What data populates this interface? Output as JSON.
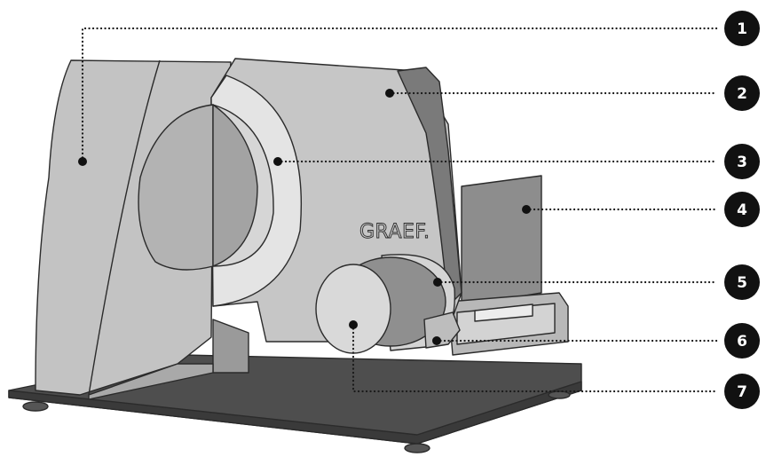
{
  "brand": "GRAEF.",
  "callouts": [
    {
      "number": "1"
    },
    {
      "number": "2"
    },
    {
      "number": "3"
    },
    {
      "number": "4"
    },
    {
      "number": "5"
    },
    {
      "number": "6"
    },
    {
      "number": "7"
    }
  ],
  "colors": {
    "body_light": "#c4c4c4",
    "body_mid": "#a8a8a8",
    "blade": "#e2e2e2",
    "guard_dark": "#7a7a7a",
    "base": "#4a4a4a",
    "outline": "#2b2b2b",
    "badge": "#111111"
  }
}
